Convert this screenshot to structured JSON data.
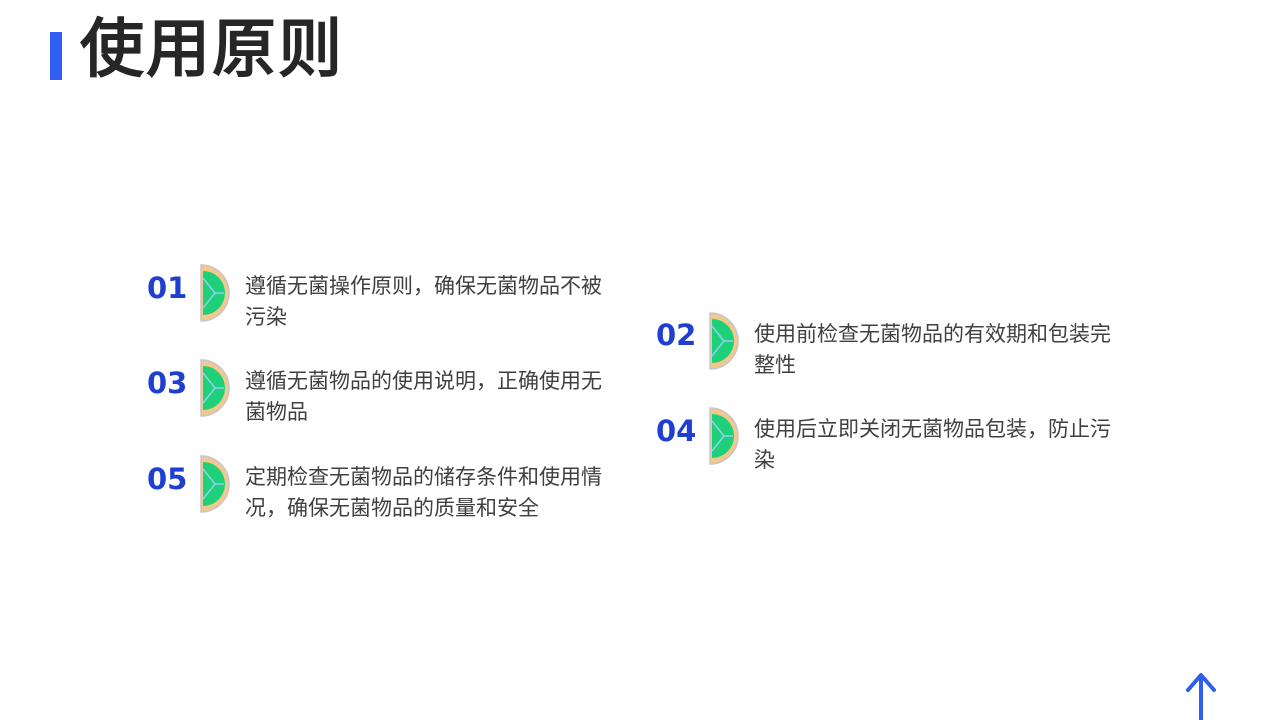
{
  "page": {
    "title": "使用原则"
  },
  "items": [
    {
      "num": "01",
      "text": "遵循无菌操作原则，确保无菌物品不被污染"
    },
    {
      "num": "02",
      "text": "使用前检查无菌物品的有效期和包装完整性"
    },
    {
      "num": "03",
      "text": "遵循无菌物品的使用说明，正确使用无菌物品"
    },
    {
      "num": "04",
      "text": "使用后立即关闭无菌物品包装，防止污染"
    },
    {
      "num": "05",
      "text": "定期检查无菌物品的储存条件和使用情况，确保无菌物品的质量和安全"
    }
  ],
  "icons": {
    "item_marker": "citrus-slice-icon",
    "scroll_top": "arrow-up-icon"
  },
  "colors": {
    "accent": "#2f5ef0",
    "number": "#1e3fcf",
    "slice_fill": "#1fd07a",
    "slice_rim": "#f2c98a",
    "slice_lines": "#8fd0f0"
  }
}
